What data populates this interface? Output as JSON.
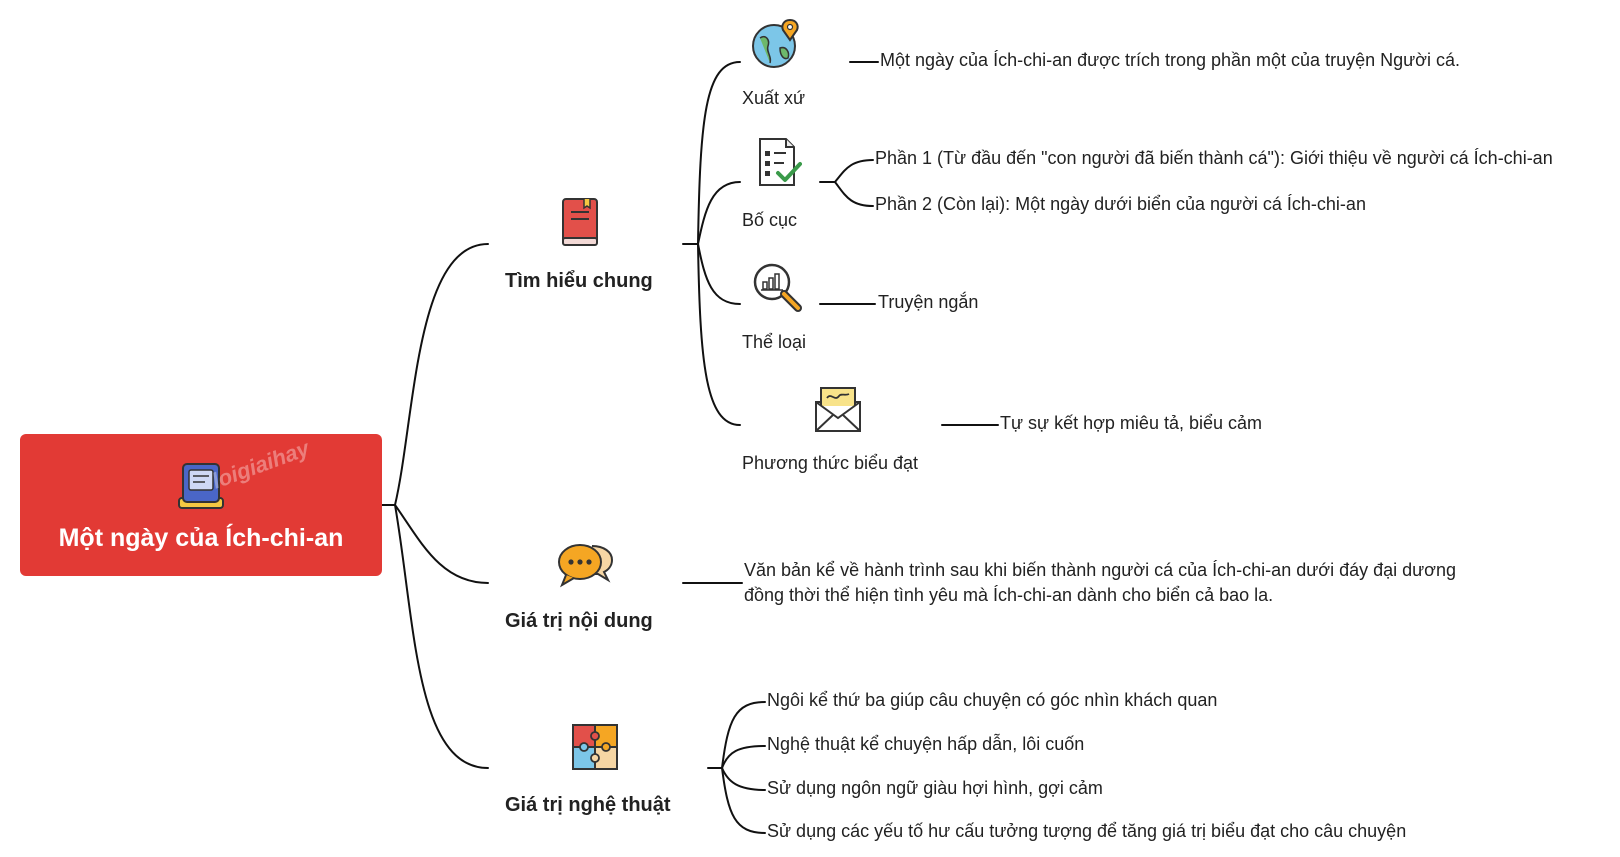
{
  "root": {
    "title": "Một ngày của Ích-chi-an",
    "watermark": "loigiaihay"
  },
  "branches": [
    {
      "label": "Tìm hiểu chung",
      "icon": "book-icon",
      "children": [
        {
          "label": "Xuất xứ",
          "icon": "globe-pin-icon",
          "details": [
            "Một ngày của Ích-chi-an được trích trong phần một của truyện Người cá."
          ]
        },
        {
          "label": "Bố cục",
          "icon": "checklist-icon",
          "details": [
            "Phần 1 (Từ đầu đến \"con người đã biến thành cá\"): Giới thiệu về người cá Ích-chi-an",
            "Phần 2 (Còn lại): Một ngày dưới biển của người cá Ích-chi-an"
          ]
        },
        {
          "label": "Thể loại",
          "icon": "magnifier-chart-icon",
          "details": [
            "Truyện ngắn"
          ]
        },
        {
          "label": "Phương thức biểu đạt",
          "icon": "envelope-icon",
          "details": [
            "Tự sự kết hợp miêu tả, biểu cảm"
          ]
        }
      ]
    },
    {
      "label": "Giá trị nội dung",
      "icon": "speech-bubbles-icon",
      "details": [
        "Văn bản kể về hành trình sau khi biến thành người cá của Ích-chi-an dưới đáy đại dương đồng thời thể hiện tình yêu mà Ích-chi-an dành cho biển cả bao la."
      ]
    },
    {
      "label": "Giá trị nghệ thuật",
      "icon": "puzzle-icon",
      "details": [
        "Ngôi kể thứ ba giúp câu chuyện có góc nhìn khách quan",
        "Nghệ thuật kể chuyện hấp dẫn, lôi cuốn",
        "Sử dụng ngôn ngữ giàu hợi hình, gợi cảm",
        "Sử dụng các yếu tố hư cấu tưởng tượng để tăng giá trị biểu đạt cho câu chuyện"
      ]
    }
  ],
  "colors": {
    "root_bg": "#e23a35",
    "line": "#111111",
    "text": "#222222"
  }
}
